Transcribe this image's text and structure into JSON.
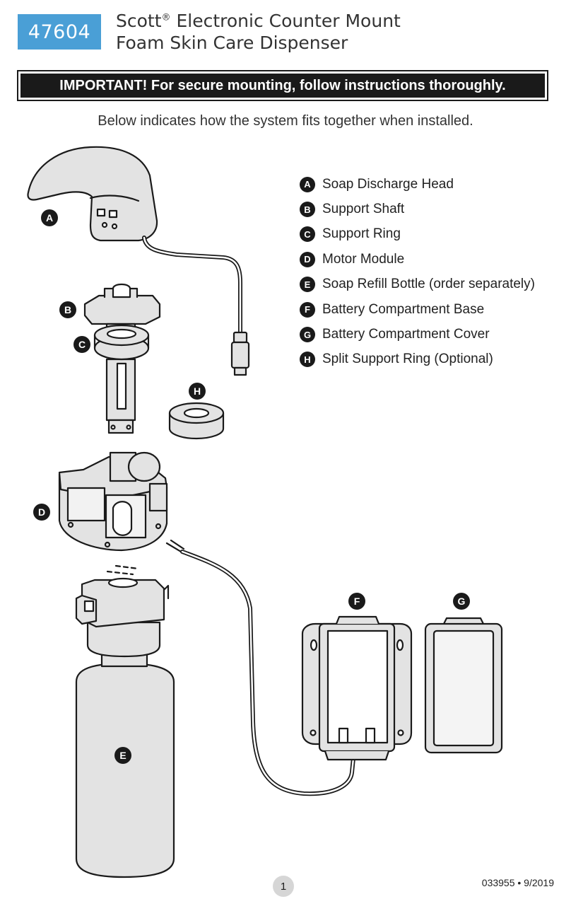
{
  "header": {
    "model_number": "47604",
    "title_line1": "Scott",
    "title_mark": "®",
    "title_line1_rest": " Electronic Counter Mount",
    "title_line2": "Foam Skin Care Dispenser"
  },
  "banner": {
    "text": "IMPORTANT! For secure mounting, follow instructions thoroughly."
  },
  "subtitle": "Below indicates how the system fits together when installed.",
  "legend": [
    {
      "key": "A",
      "label": "Soap Discharge Head"
    },
    {
      "key": "B",
      "label": "Support Shaft"
    },
    {
      "key": "C",
      "label": "Support Ring"
    },
    {
      "key": "D",
      "label": "Motor Module"
    },
    {
      "key": "E",
      "label": "Soap Refill Bottle (order separately)"
    },
    {
      "key": "F",
      "label": "Battery Compartment Base"
    },
    {
      "key": "G",
      "label": "Battery Compartment Cover"
    },
    {
      "key": "H",
      "label": "Split Support Ring (Optional)"
    }
  ],
  "markers": {
    "a": "A",
    "b": "B",
    "c": "C",
    "d": "D",
    "e": "E",
    "f": "F",
    "g": "G",
    "h": "H"
  },
  "footer": {
    "page": "1",
    "doc_number": "033955 • 9/2019"
  },
  "colors": {
    "accent": "#4a9fd6",
    "ink": "#1a1a1a",
    "part_fill": "#e3e3e3"
  }
}
